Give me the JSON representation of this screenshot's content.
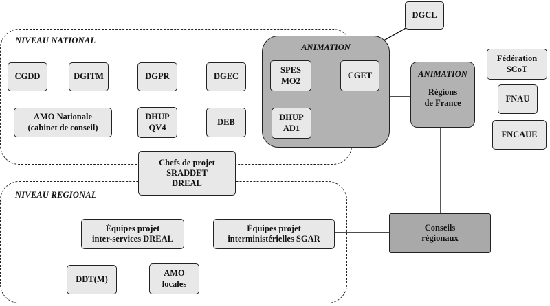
{
  "zones": {
    "national": "NIVEAU NATIONAL",
    "regional": "NIVEAU REGIONAL"
  },
  "animation_central": {
    "title": "ANIMATION",
    "items": {
      "spes": "SPES\nMO2",
      "cget": "CGET",
      "dhup_ad1": "DHUP\nAD1"
    }
  },
  "animation_regions": {
    "title": "ANIMATION",
    "label": "Régions\nde France"
  },
  "national_items": {
    "cgdd": "CGDD",
    "dgitm": "DGITM",
    "dgpr": "DGPR",
    "dgec": "DGEC",
    "amo_nationale": "AMO Nationale\n(cabinet de conseil)",
    "dhup_qv4": "DHUP\nQV4",
    "deb": "DEB"
  },
  "dgcl": "DGCL",
  "chefs_projet": "Chefs de projet\nSRADDET\nDREAL",
  "regional_items": {
    "equipes_dreal": "Équipes projet\ninter-services DREAL",
    "equipes_sgar": "Équipes projet\ninterministérielles SGAR",
    "ddtm": "DDT(M)",
    "amo_locales": "AMO\nlocales"
  },
  "conseils_regionaux": "Conseils\nrégionaux",
  "federations": {
    "scot": "Fédération\nSCoT",
    "fnau": "FNAU",
    "fncaue": "FNCAUE"
  }
}
